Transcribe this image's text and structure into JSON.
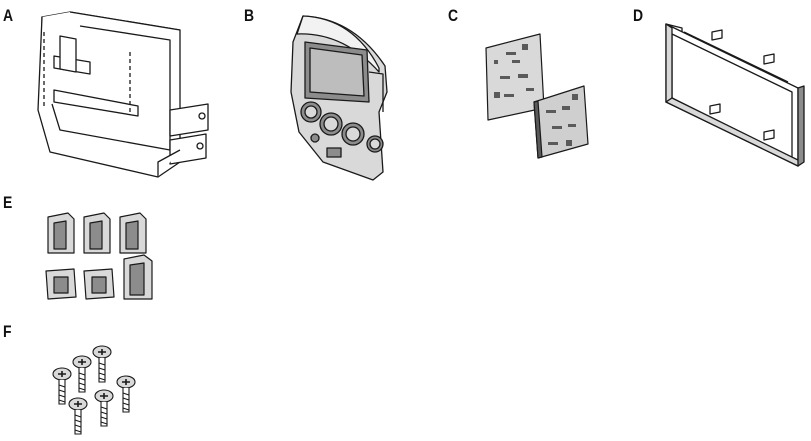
{
  "parts": [
    {
      "id": "A",
      "label": "A",
      "icon": "wiring-harness-bracket-icon"
    },
    {
      "id": "B",
      "label": "B",
      "icon": "radio-trim-panel-icon"
    },
    {
      "id": "C",
      "label": "C",
      "icon": "side-brackets-icon"
    },
    {
      "id": "D",
      "label": "D",
      "icon": "double-din-pocket-frame-icon"
    },
    {
      "id": "E",
      "label": "E",
      "icon": "clips-icon"
    },
    {
      "id": "F",
      "label": "F",
      "icon": "screws-icon"
    }
  ],
  "colors": {
    "ink": "#1a1a1a",
    "fill": "#ffffff",
    "shade": "#d9d9d9",
    "dark": "#8c8c8c"
  }
}
